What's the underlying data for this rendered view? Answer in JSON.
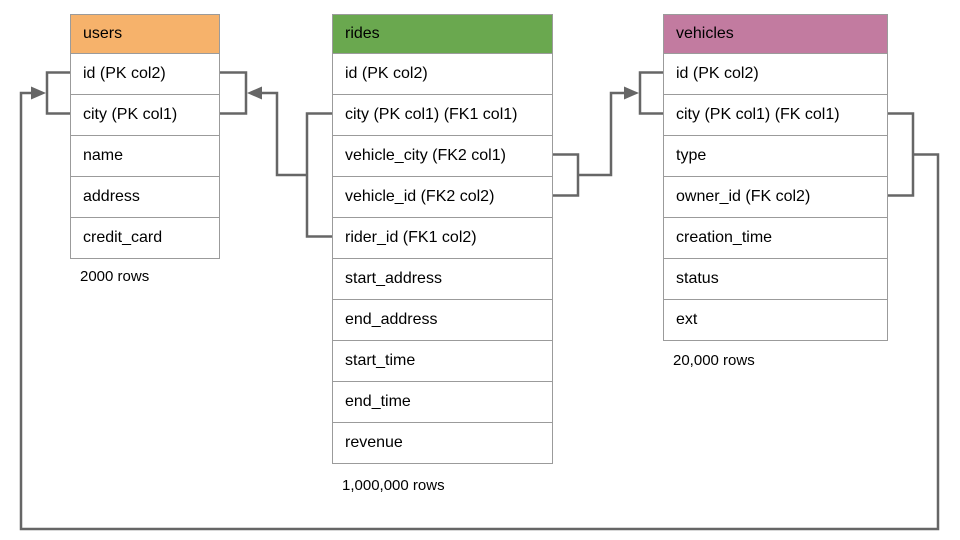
{
  "tables": [
    {
      "name": "users",
      "header_color": "#F6B26B",
      "columns": [
        "id (PK col2)",
        "city (PK col1)",
        "name",
        "address",
        "credit_card"
      ],
      "row_count": "2000 rows"
    },
    {
      "name": "rides",
      "header_color": "#6AA84F",
      "columns": [
        "id (PK col2)",
        "city (PK col1) (FK1 col1)",
        "vehicle_city (FK2 col1)",
        "vehicle_id (FK2 col2)",
        "rider_id (FK1 col2)",
        "start_address",
        "end_address",
        "start_time",
        "end_time",
        "revenue"
      ],
      "row_count": "1,000,000 rows"
    },
    {
      "name": "vehicles",
      "header_color": "#C27BA0",
      "columns": [
        "id (PK col2)",
        "city (PK col1) (FK col1)",
        "type",
        "owner_id (FK col2)",
        "creation_time",
        "status",
        "ext"
      ],
      "row_count": "20,000 rows"
    }
  ],
  "relationships": [
    {
      "name": "rides-fk1-to-users",
      "from": "rides (city, rider_id) FK1",
      "to": "users (id, city)"
    },
    {
      "name": "rides-fk2-to-vehicles",
      "from": "rides (vehicle_city, vehicle_id) FK2",
      "to": "vehicles (id, city)"
    },
    {
      "name": "vehicles-fk-to-users",
      "from": "vehicles (city, owner_id) FK",
      "to": "users (id, city)"
    }
  ],
  "colors": {
    "connector": "#666666",
    "table_border": "#9b9b9b",
    "users_header": "#F6B26B",
    "rides_header": "#6AA84F",
    "vehicles_header": "#C27BA0"
  }
}
